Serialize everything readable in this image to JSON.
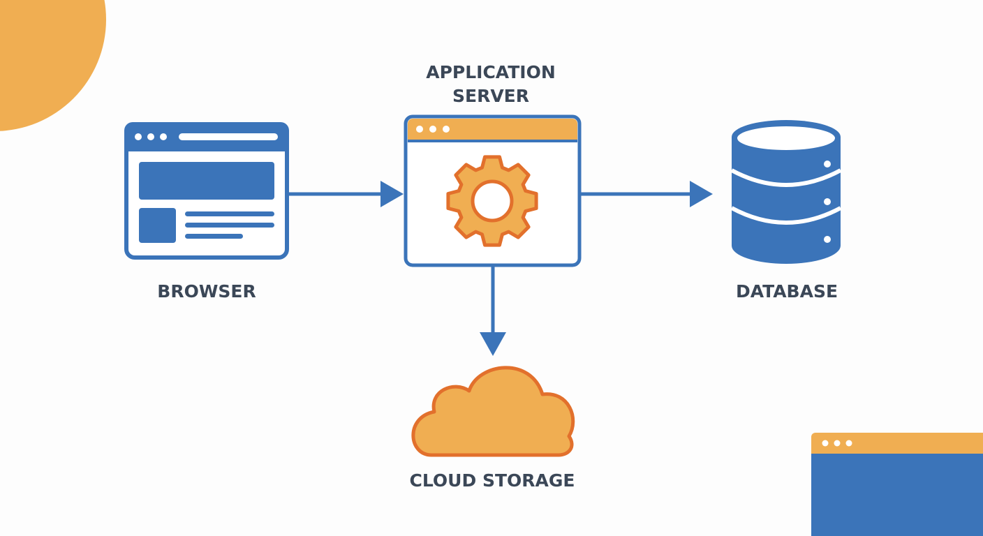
{
  "nodes": {
    "browser": {
      "label": "BROWSER",
      "icon": "browser-window-icon"
    },
    "app_server": {
      "label_line1": "APPLICATION",
      "label_line2": "SERVER",
      "icon": "gear-icon"
    },
    "database": {
      "label": "DATABASE",
      "icon": "database-icon"
    },
    "cloud_storage": {
      "label": "CLOUD STORAGE",
      "icon": "cloud-icon"
    }
  },
  "edges": [
    {
      "from": "BROWSER",
      "to": "APPLICATION SERVER"
    },
    {
      "from": "APPLICATION SERVER",
      "to": "DATABASE"
    },
    {
      "from": "APPLICATION SERVER",
      "to": "CLOUD STORAGE"
    }
  ],
  "colors": {
    "blue": "#3b74b9",
    "orange": "#f0ae52",
    "dark_orange": "#e2702c",
    "text": "#3b4757"
  }
}
